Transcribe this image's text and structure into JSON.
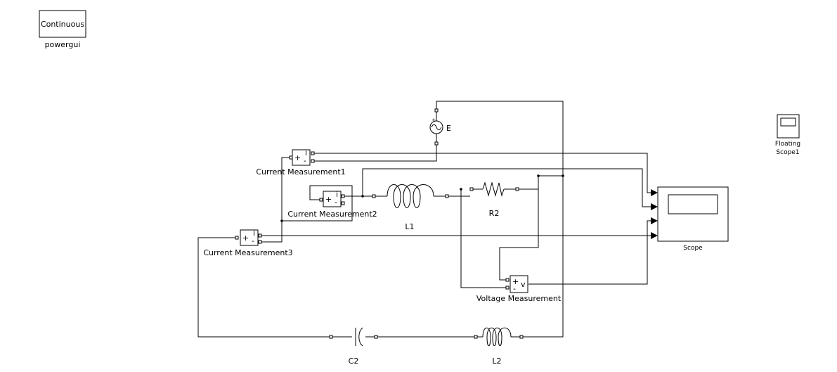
{
  "blocks": {
    "powergui_mode": "Continuous",
    "powergui": "powergui",
    "source": "E",
    "cm1": "Current Measurement1",
    "cm2": "Current Measurement2",
    "cm3": "Current Measurement3",
    "l1": "L1",
    "r2": "R2",
    "scope": "Scope",
    "floating_scope_line1": "Floating",
    "floating_scope_line2": "Scope1",
    "vm": "Voltage Measurement",
    "c2": "C2",
    "l2": "L2"
  },
  "glyphs": {
    "plus": "+",
    "minus": "-",
    "i": "i",
    "v": "v"
  }
}
